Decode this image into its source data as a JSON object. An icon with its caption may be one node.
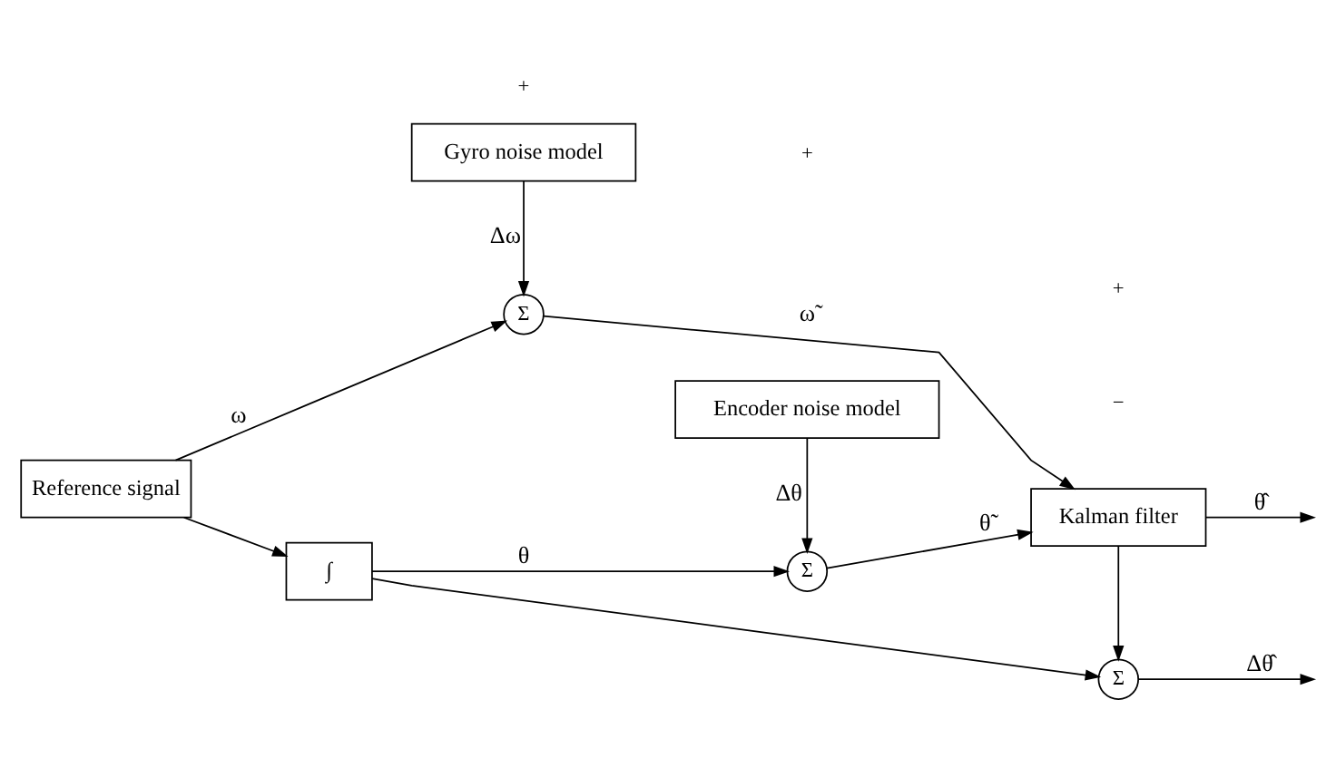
{
  "diagram": {
    "nodes": [
      {
        "text": [
          "Gyro noise model"
        ]
      },
      {
        "text": [
          "Reference signal"
        ]
      },
      {
        "text": [
          "Σ"
        ]
      },
      {
        "text": [
          "Kalman filter"
        ]
      },
      {
        "text": [
          "Encoder noise model"
        ]
      },
      {
        "text": [
          "∫"
        ]
      },
      {
        "text": [
          "Σ"
        ]
      },
      {
        "text": [
          "Σ"
        ]
      }
    ],
    "edges": [
      {
        "from": 1,
        "to": 2,
        "arrow": "to",
        "label": "ω"
      },
      {
        "from": 0,
        "to": 2,
        "arrow": "to",
        "label": "Δω"
      },
      {
        "from": 1,
        "to": 5,
        "arrow": "to"
      },
      {
        "from": 2,
        "to": 3,
        "arrow": "to",
        "label": "ω̃"
      },
      {
        "from": 5,
        "to": 6,
        "arrow": "to",
        "label": "θ"
      },
      {
        "from": 4,
        "to": 6,
        "arrow": "to",
        "label": "Δθ"
      },
      {
        "from": 6,
        "to": 3,
        "arrow": "to",
        "label": "θ̃"
      },
      {
        "from": 3,
        "to": null,
        "arrow": "to",
        "label": "θ̂"
      },
      {
        "from": 3,
        "to": 7,
        "arrow": "to"
      },
      {
        "from": 5,
        "to": 7,
        "arrow": "to"
      },
      {
        "from": 7,
        "to": null,
        "arrow": "to",
        "label": "Δθ̂"
      }
    ],
    "labels": [
      "+",
      "+",
      "−",
      "+"
    ]
  }
}
